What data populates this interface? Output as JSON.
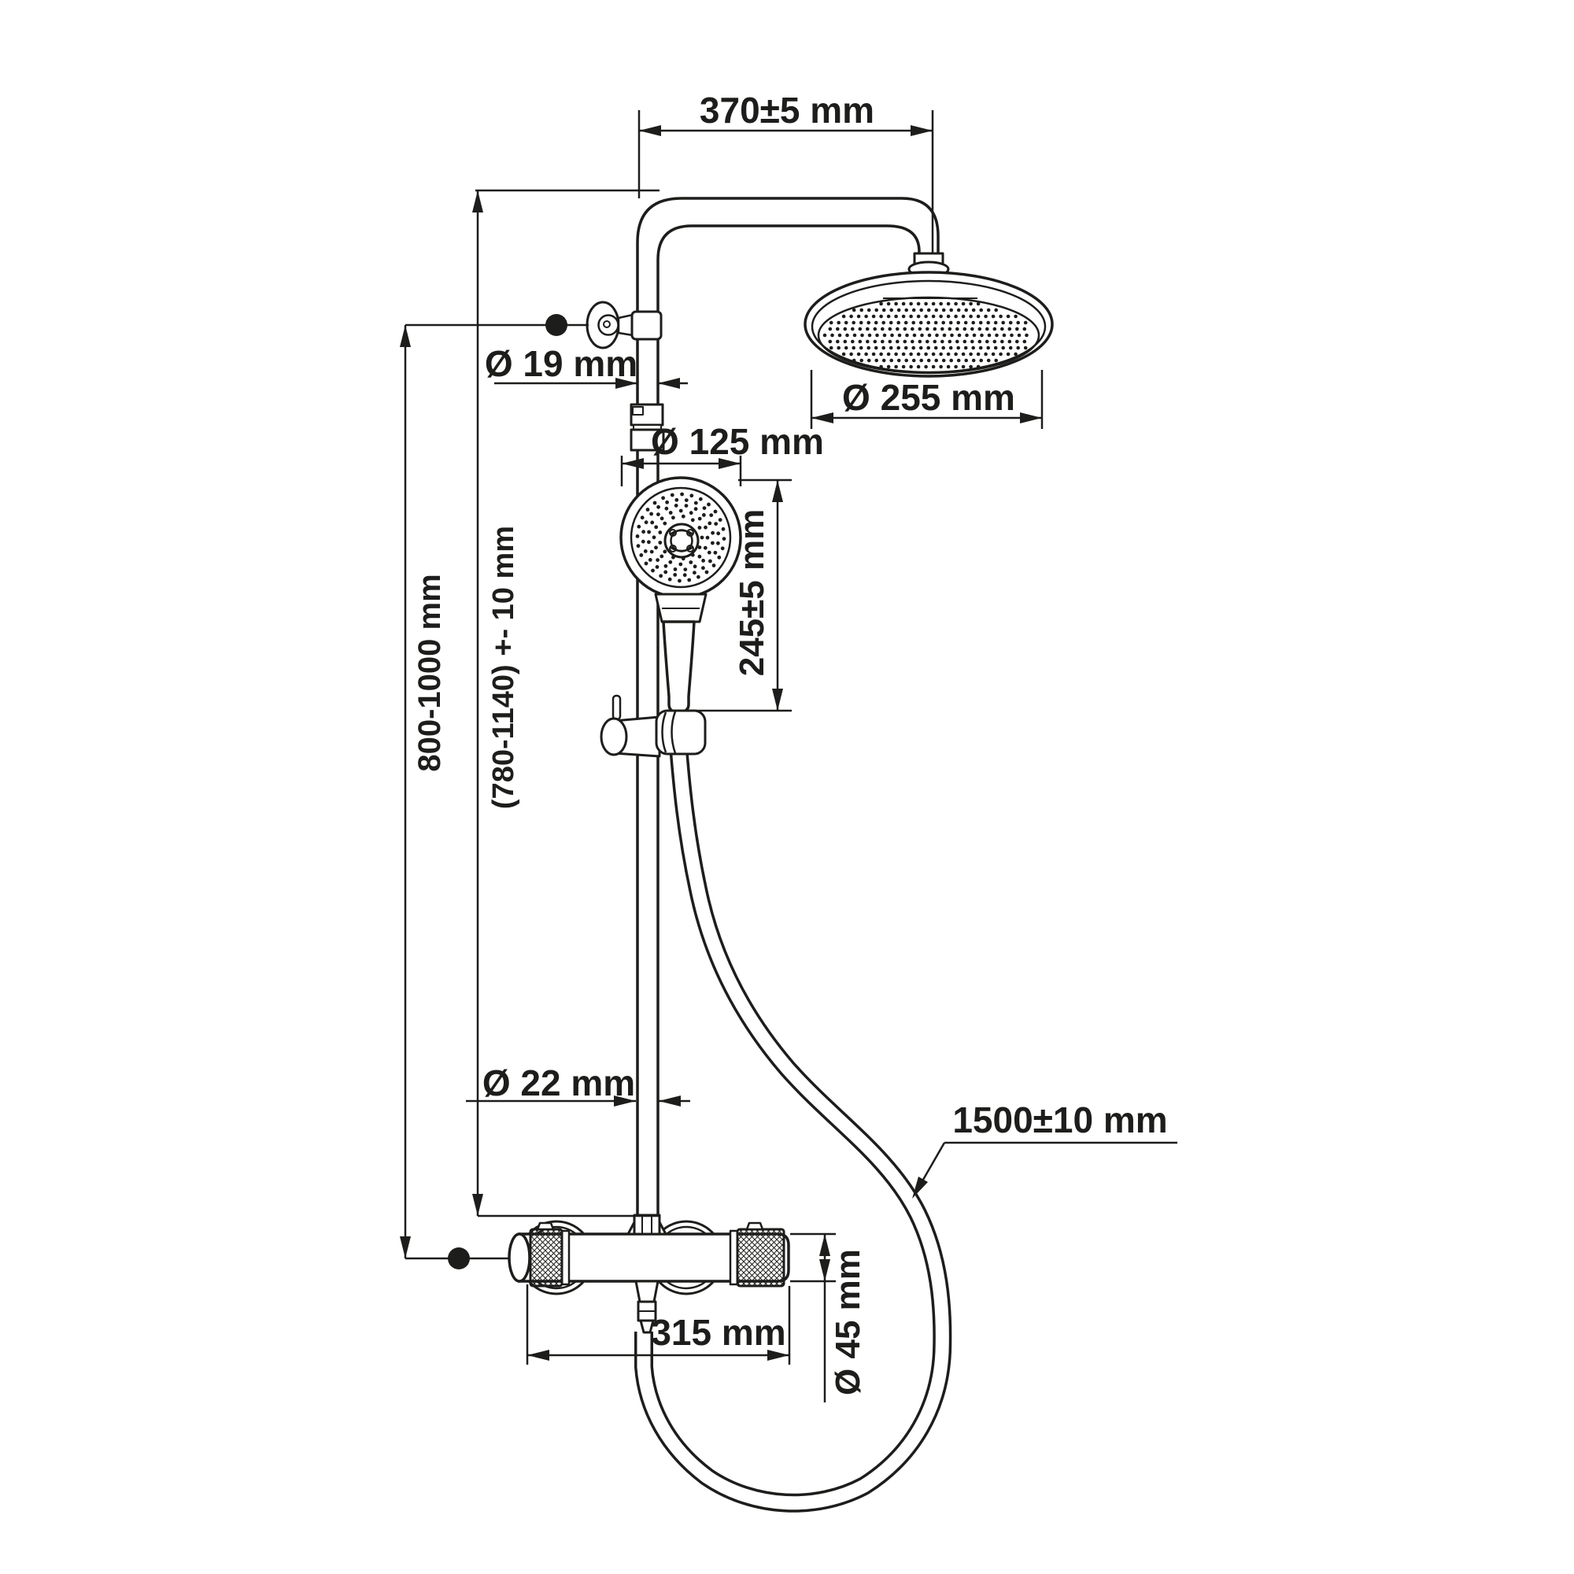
{
  "diagram": {
    "type": "technical-dimension-drawing",
    "subject": "shower-column-system",
    "background_color": "#ffffff",
    "line_color": "#1d1d1b",
    "labels": {
      "arm_length": "370±5 mm",
      "upper_pipe_diameter": "Ø 19 mm",
      "rain_head_diameter": "Ø 255 mm",
      "hand_shower_diameter": "Ø 125 mm",
      "hand_shower_height": "245±5 mm",
      "bracket_height_range": "800-1000 mm",
      "column_height_range": "(780-1140) +- 10 mm",
      "lower_pipe_diameter": "Ø 22 mm",
      "hose_length": "1500±10 mm",
      "mixer_width": "315 mm",
      "mixer_body_diameter": "Ø 45 mm"
    }
  }
}
